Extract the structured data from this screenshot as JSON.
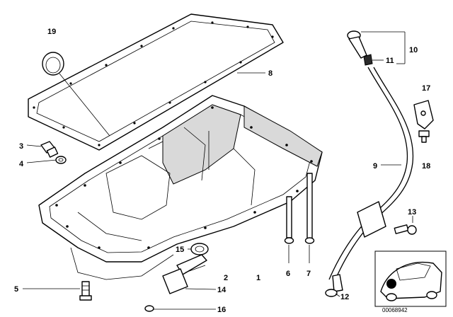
{
  "callouts": {
    "c1": "1",
    "c2": "2",
    "c3": "3",
    "c4": "4",
    "c5": "5",
    "c6": "6",
    "c7": "7",
    "c8": "8",
    "c9": "9",
    "c10": "10",
    "c11": "11",
    "c12": "12",
    "c13": "13",
    "c14": "14",
    "c15": "15",
    "c16": "16",
    "c17": "17",
    "c18": "18",
    "c19": "19"
  },
  "reference_number": "00068942",
  "colors": {
    "ink": "#000000",
    "paper": "#ffffff",
    "shade": "#d9d9d9"
  }
}
